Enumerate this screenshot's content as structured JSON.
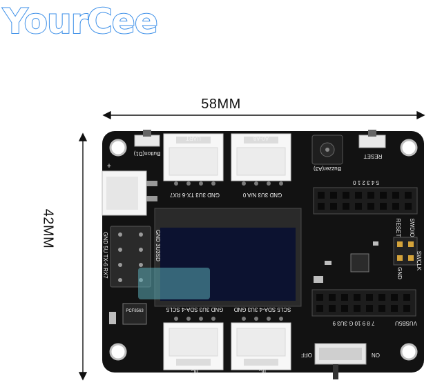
{
  "brand": {
    "logo_text": "YourCee",
    "color": "#3a8ee8"
  },
  "dimensions": {
    "width_label": "58MM",
    "height_label": "42MM"
  },
  "board": {
    "pcb_color": "#121212",
    "silkscreen": {
      "uart": "UART",
      "a0_a8": "A0-A8",
      "button": "Button(D1)",
      "buzzer": "Buzzer(A3)",
      "reset": "RESET",
      "uart_pins": "GND 3U3 TX-6 RX7",
      "analog_pins": "GND 3U3 N/A 0",
      "left_pins": "GND 5U TX-6 RX7",
      "gnd_sp": "GND 3U3SD",
      "iic_pins_left": "GND 3U3 SDA-4 SCL5",
      "iic_pins_right": "SCL5 SDA-4 3U3 GND",
      "iic_left": "IIC",
      "iic_right": "IIC",
      "header_top_nums": "5 4 3 2 1 0",
      "header_bottom_nums": "7 8 9 10 G 3U3 9",
      "vusb": "VUSB5U",
      "reset_right": "RESET",
      "swdio": "SWDIO",
      "swclk": "SWCLK",
      "gnd_right": "GND",
      "chip": "PCF8563",
      "off": "OFF",
      "on": "ON",
      "plus": "+"
    }
  }
}
